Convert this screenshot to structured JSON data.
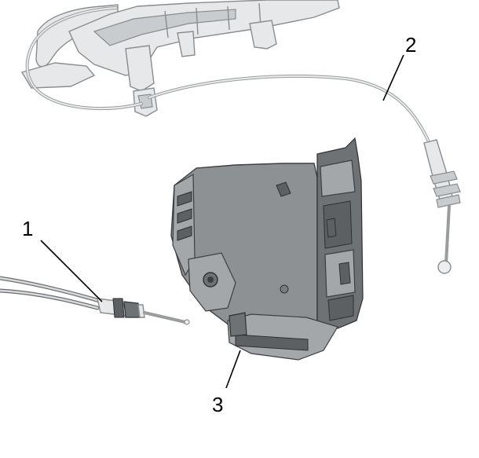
{
  "diagram": {
    "callouts": [
      {
        "id": "1",
        "label": "1"
      },
      {
        "id": "2",
        "label": "2"
      },
      {
        "id": "3",
        "label": "3"
      }
    ],
    "colors": {
      "background": "#ffffff",
      "handle_fill": "#e6e8ea",
      "latch_fill": "#8e9194",
      "outline": "#3c3f42"
    }
  }
}
